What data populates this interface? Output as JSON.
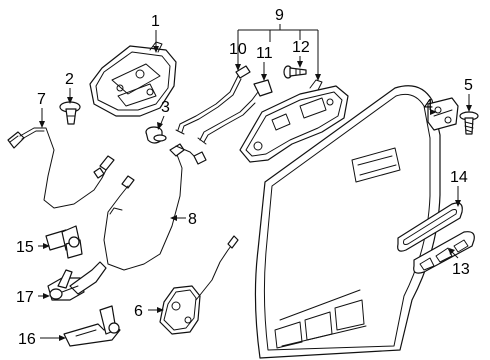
{
  "diagram": {
    "callouts": {
      "c1": "1",
      "c2": "2",
      "c3": "3",
      "c4": "4",
      "c5": "5",
      "c6": "6",
      "c7": "7",
      "c8": "8",
      "c9": "9",
      "c10": "10",
      "c11": "11",
      "c12": "12",
      "c13": "13",
      "c14": "14",
      "c15": "15",
      "c16": "16",
      "c17": "17"
    },
    "parts": [
      {
        "callout": "1",
        "icon": "door-lock-actuator-icon"
      },
      {
        "callout": "2",
        "icon": "push-pin-clip-icon"
      },
      {
        "callout": "3",
        "icon": "plug-grommet-icon"
      },
      {
        "callout": "4",
        "icon": "door-striker-icon"
      },
      {
        "callout": "5",
        "icon": "screw-icon"
      },
      {
        "callout": "6",
        "icon": "lower-latch-icon"
      },
      {
        "callout": "7",
        "icon": "release-cable-icon"
      },
      {
        "callout": "8",
        "icon": "lock-cable-icon"
      },
      {
        "callout": "9",
        "icon": "outside-handle-assembly-icon"
      },
      {
        "callout": "10",
        "icon": "handle-rod-icon"
      },
      {
        "callout": "11",
        "icon": "lock-rod-icon"
      },
      {
        "callout": "12",
        "icon": "bolt-icon"
      },
      {
        "callout": "13",
        "icon": "handle-base-icon"
      },
      {
        "callout": "14",
        "icon": "handle-pad-icon"
      },
      {
        "callout": "15",
        "icon": "hinge-icon"
      },
      {
        "callout": "16",
        "icon": "door-check-bracket-icon"
      },
      {
        "callout": "17",
        "icon": "door-check-icon"
      }
    ]
  }
}
